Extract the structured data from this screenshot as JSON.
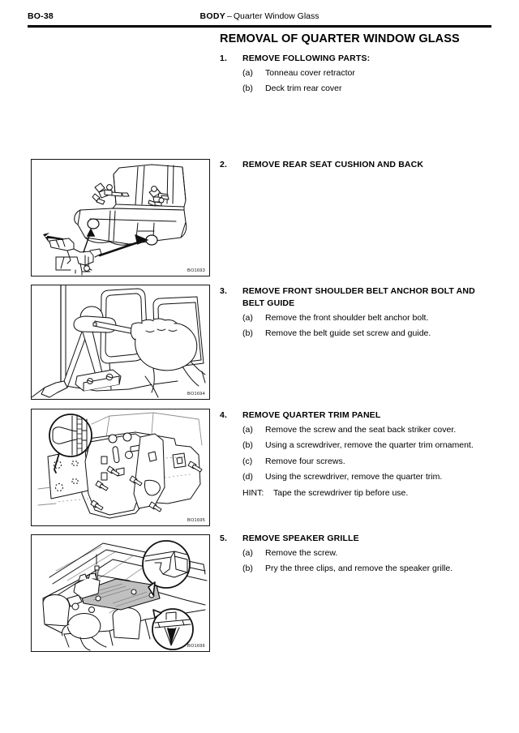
{
  "header": {
    "folio": "BO-38",
    "section": "BODY",
    "dash": "–",
    "subject": "Quarter Window Glass"
  },
  "document": {
    "title": "REMOVAL OF QUARTER WINDOW GLASS"
  },
  "steps": [
    {
      "number": "1.",
      "title": "REMOVE FOLLOWING PARTS:",
      "items": [
        {
          "label": "(a)",
          "text": "Tonneau cover retractor"
        },
        {
          "label": "(b)",
          "text": "Deck trim rear cover"
        }
      ]
    },
    {
      "number": "2.",
      "title": "REMOVE REAR SEAT CUSHION AND BACK",
      "items": []
    },
    {
      "number": "3.",
      "title": "REMOVE FRONT SHOULDER BELT ANCHOR BOLT AND BELT GUIDE",
      "items": [
        {
          "label": "(a)",
          "text": "Remove the front shoulder belt anchor bolt."
        },
        {
          "label": "(b)",
          "text": "Remove the belt guide set screw and guide."
        }
      ]
    },
    {
      "number": "4.",
      "title": "REMOVE QUARTER TRIM PANEL",
      "items": [
        {
          "label": "(a)",
          "text": "Remove the screw and the seat back striker cover."
        },
        {
          "label": "(b)",
          "text": "Using a screwdriver, remove the quarter trim ornament."
        },
        {
          "label": "(c)",
          "text": "Remove four screws."
        },
        {
          "label": "(d)",
          "text": "Using the screwdriver, remove the quarter trim."
        }
      ],
      "hint_label": "HINT:",
      "hint_text": "Tape the screwdriver tip before use."
    },
    {
      "number": "5.",
      "title": "REMOVE SPEAKER GRILLE",
      "items": [
        {
          "label": "(a)",
          "text": "Remove the screw."
        },
        {
          "label": "(b)",
          "text": "Pry the three clips, and remove the speaker grille."
        }
      ]
    }
  ],
  "figures": [
    {
      "id": "BO1693",
      "caption": "rear seat cushion and back removal"
    },
    {
      "id": "BO1694",
      "caption": "front shoulder belt anchor bolt and belt guide"
    },
    {
      "id": "BO1695",
      "caption": "quarter trim panel screws and ornament"
    },
    {
      "id": "BO1696",
      "caption": "speaker grille clips"
    }
  ],
  "colors": {
    "ink": "#000000",
    "paper": "#ffffff",
    "line": "#141414",
    "shade": "#bcbcbc"
  }
}
